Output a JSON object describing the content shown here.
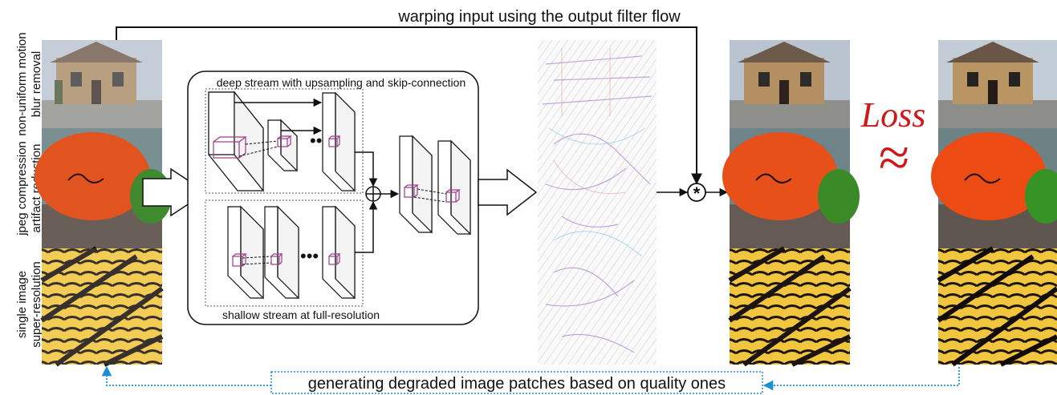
{
  "top_caption": "warping input using the output filter flow",
  "bottom_caption": "generating degraded image patches based on quality ones",
  "row_labels": [
    {
      "line1": "non-uniform motion",
      "line2": "blur removal"
    },
    {
      "line1": "jpeg compression",
      "line2": "artifact reduction"
    },
    {
      "line1": "single image",
      "line2": "super-resolution"
    }
  ],
  "deep_stream_label": "deep stream with upsampling and skip-connection",
  "shallow_stream_label": "shallow stream at full-resolution",
  "loss_label": "Loss",
  "approx_symbol": "≈",
  "operator_symbol": "*",
  "colors": {
    "loss": "#d01818",
    "feedback_arrow": "#1a8fd6",
    "cube": "#9c3a86",
    "line": "#111111"
  }
}
